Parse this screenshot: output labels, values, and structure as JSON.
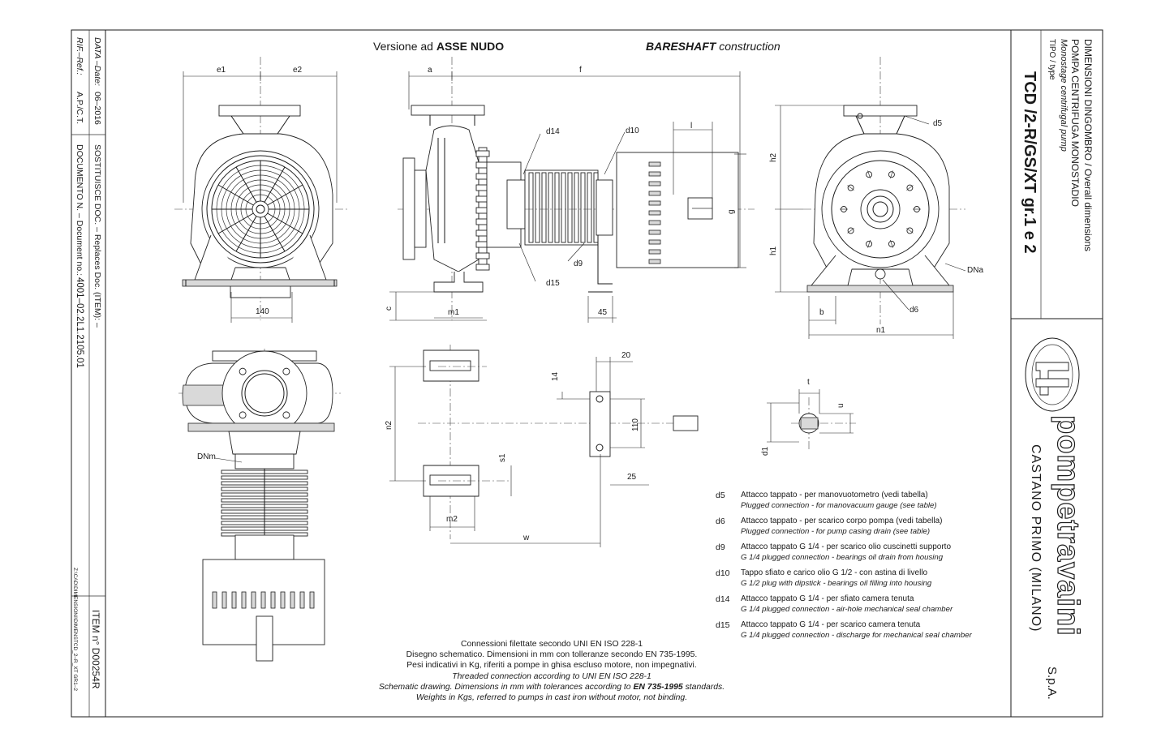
{
  "header": {
    "title_it_prefix": "Versione ad ",
    "title_it_bold": "ASSE NUDO",
    "title_en_bold": "BARESHAFT",
    "title_en_rest": " construction"
  },
  "title_block": {
    "line1": "DIMENSIONI DINGOMBRO / Overall dimensions",
    "line2": "POMPA CENTRIFUGA MONOSTADIO",
    "line3": "Monostage centrifugal pump",
    "line4": "TIPO / type",
    "model": "TCD /2-R/GS/XT gr.1 e 2",
    "company": "pompetravaini",
    "company_suffix": "S.p.A.",
    "location": "CASTANO PRIMO   (MILANO)"
  },
  "left_block": {
    "rif": "RIF.–Ref.:",
    "rif_val": "A.P./C.T.",
    "data": "DATA –Date:",
    "data_val": "06–2016",
    "doc": "DOCUMENTO N. – Document no.:",
    "doc_val": "4001–02.2L1.2105.01",
    "sost": "SOSTITUISCE DOC. – Replaces Doc. (ITEM): –",
    "path": "Z:\\CAD\\DIMENSIONI\\DIMENSTCD_2–R_XT GR1–2",
    "item": "ITEM n° D00254R"
  },
  "dimensions": {
    "e1": "e1",
    "e2": "e2",
    "a": "a",
    "f": "f",
    "l": "l",
    "h2": "h2",
    "h1": "h1",
    "g": "g",
    "d14": "d14",
    "d10": "d10",
    "d9": "d9",
    "d15": "d15",
    "d5": "d5",
    "d6": "d6",
    "DNa": "DNa",
    "DNm": "DNm",
    "c": "c",
    "m1": "m1",
    "m2": "m2",
    "b": "b",
    "n1": "n1",
    "n2": "n2",
    "s1": "s1",
    "w": "w",
    "t": "t",
    "u": "u",
    "d1": "d1",
    "v140": "140",
    "v45": "45",
    "v20": "20",
    "v14": "14",
    "v110": "110",
    "v25": "25"
  },
  "legend": [
    {
      "code": "d5",
      "it": "Attacco tappato - per manovuotometro (vedi tabella)",
      "en": "Plugged connection - for manovacuum gauge (see table)"
    },
    {
      "code": "d6",
      "it": "Attacco tappato - per scarico corpo pompa (vedi tabella)",
      "en": "Plugged connection - for pump casing drain (see table)"
    },
    {
      "code": "d9",
      "it": "Attacco tappato G 1/4 - per scarico olio cuscinetti supporto",
      "en": "G 1/4 plugged connection - bearings oil drain from housing"
    },
    {
      "code": "d10",
      "it": "Tappo sfiato e carico olio G 1/2 - con astina di livello",
      "en": "G 1/2 plug with dipstick - bearings oil filling into housing"
    },
    {
      "code": "d14",
      "it": "Attacco tappato G 1/4 - per sfiato camera tenuta",
      "en": "G 1/4 plugged connection - air-hole mechanical seal chamber"
    },
    {
      "code": "d15",
      "it": "Attacco tappato G 1/4 - per scarico camera tenuta",
      "en": "G 1/4 plugged connection - discharge for mechanical seal chamber"
    }
  ],
  "notes": {
    "l1": "Connessioni filettate secondo UNI EN ISO 228-1",
    "l2": "Disegno schematico. Dimensioni in mm con tolleranze secondo EN 735-1995.",
    "l3": "Pesi indicativi in Kg, riferiti a pompe in ghisa escluso motore, non impegnativi.",
    "l4": "Threaded connection according to UNI EN ISO 228-1",
    "l5a": "Schematic drawing. Dimensions in mm with tolerances according to ",
    "l5b": "EN 735-1995",
    "l5c": " standards.",
    "l6": "Weights in Kgs, referred to pumps in cast iron without motor, not binding."
  }
}
